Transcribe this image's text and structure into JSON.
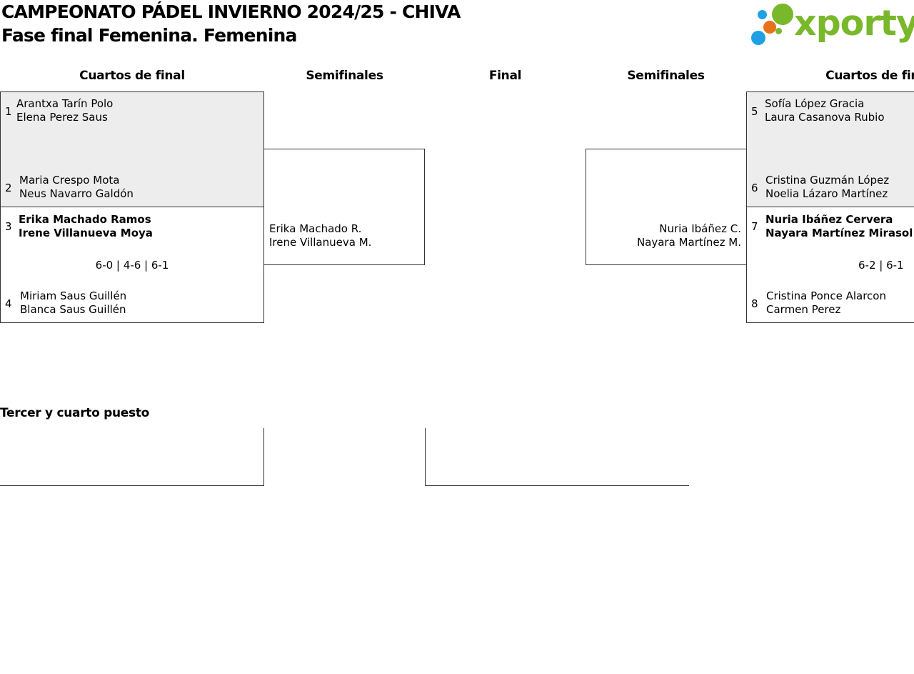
{
  "header": {
    "title": "CAMPEONATO PÁDEL INVIERNO 2024/25 - CHIVA",
    "subtitle": "Fase final Femenina. Femenina",
    "logo_text": "xporty",
    "logo_colors": {
      "green": "#7ab82b",
      "blue": "#1da1e3",
      "orange": "#e8721c"
    }
  },
  "rounds": {
    "left_quarter": "Cuartos de final",
    "left_semi": "Semifinales",
    "final": "Final",
    "right_semi": "Semifinales",
    "right_quarter": "Cuartos de final"
  },
  "left_quarters": {
    "match1": {
      "team_a": {
        "seed": "1",
        "p1": "Arantxa Tarín Polo",
        "p2": "Elena Perez Saus"
      },
      "team_b": {
        "seed": "2",
        "p1": "Maria Crespo Mota",
        "p2": "Neus Navarro Galdón"
      }
    },
    "match2": {
      "team_a": {
        "seed": "3",
        "p1": "Erika Machado Ramos",
        "p2": "Irene Villanueva Moya"
      },
      "score": "6-0 | 4-6 | 6-1",
      "team_b": {
        "seed": "4",
        "p1": "Miriam Saus Guillén",
        "p2": "Blanca Saus Guillén"
      }
    }
  },
  "left_semi": {
    "p1": "Erika Machado R.",
    "p2": "Irene Villanueva M."
  },
  "right_semi": {
    "p1": "Nuria Ibáñez C.",
    "p2": "Nayara Martínez M."
  },
  "right_quarters": {
    "match1": {
      "team_a": {
        "seed": "5",
        "p1": "Sofía López Gracia",
        "p2": "Laura Casanova Rubio"
      },
      "team_b": {
        "seed": "6",
        "p1": "Cristina Guzmán López",
        "p2": "Noelia Lázaro Martínez"
      }
    },
    "match2": {
      "team_a": {
        "seed": "7",
        "p1": "Nuria Ibáñez Cervera",
        "p2": "Nayara Martínez Mirasol"
      },
      "score": "6-2 | 6-1",
      "team_b": {
        "seed": "8",
        "p1": "Cristina Ponce Alarcon",
        "p2": "Carmen Perez"
      }
    }
  },
  "third_place": {
    "label": "Tercer y cuarto puesto"
  }
}
